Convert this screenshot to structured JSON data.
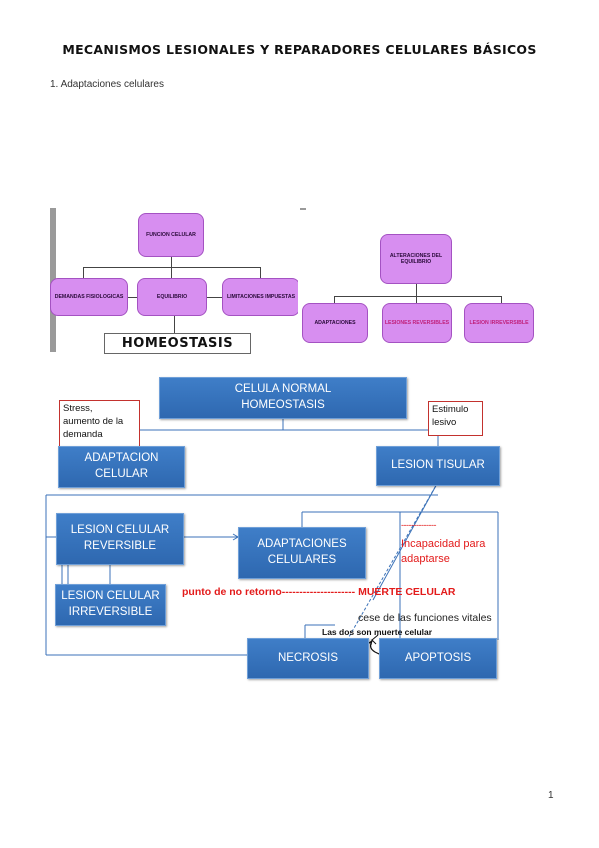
{
  "page": {
    "title": "MECANISMOS LESIONALES Y REPARADORES CELULARES BÁSICOS",
    "section": "1.  Adaptaciones celulares",
    "page_number": "1"
  },
  "diagram1": {
    "funcion": "FUNCION CELULAR",
    "demandas": "DEMANDAS FISIOLOGICAS",
    "equilibrio": "EQUILIBRIO",
    "limitaciones": "LIMITACIONES IMPUESTAS",
    "homeostasis": "HOMEOSTASIS"
  },
  "diagram2": {
    "alteraciones": "ALTERACIONES DEL EQUILIBRIO",
    "adaptaciones": "ADAPTACIONES",
    "reversibles": "LESIONES REVERSIBLES",
    "irreversible": "LESION IRREVERSIBLE"
  },
  "flow": {
    "celula_normal_1": "CELULA NORMAL",
    "celula_normal_2": "HOMEOSTASIS",
    "stress_1": "Stress,",
    "stress_2": "aumento de la",
    "stress_3": "demanda",
    "estimulo_1": "Estimulo",
    "estimulo_2": "lesivo",
    "adaptacion_celular_1": "ADAPTACION",
    "adaptacion_celular_2": "CELULAR",
    "lesion_tisular": "LESION TISULAR",
    "lesion_reversible_1": "LESION CELULAR",
    "lesion_reversible_2": "REVERSIBLE",
    "adaptaciones_celulares_1": "ADAPTACIONES",
    "adaptaciones_celulares_2": "CELULARES",
    "dashes": "--------------",
    "incapacidad_1": "Incapacidad para",
    "incapacidad_2": "adaptarse",
    "punto": "punto de no retorno--------------------- MUERTE  CELULAR",
    "lesion_irreversible_1": "LESION CELULAR",
    "lesion_irreversible_2": "IRREVERSIBLE",
    "cese": "cese de las funciones vitales",
    "las_dos": "Las dos son muerte celular",
    "necrosis": "NECROSIS",
    "apoptosis": "APOPTOSIS"
  },
  "colors": {
    "blue_box": "#2e68b0",
    "purple_box": "#d78ef0",
    "red_text": "#e31b1b"
  }
}
